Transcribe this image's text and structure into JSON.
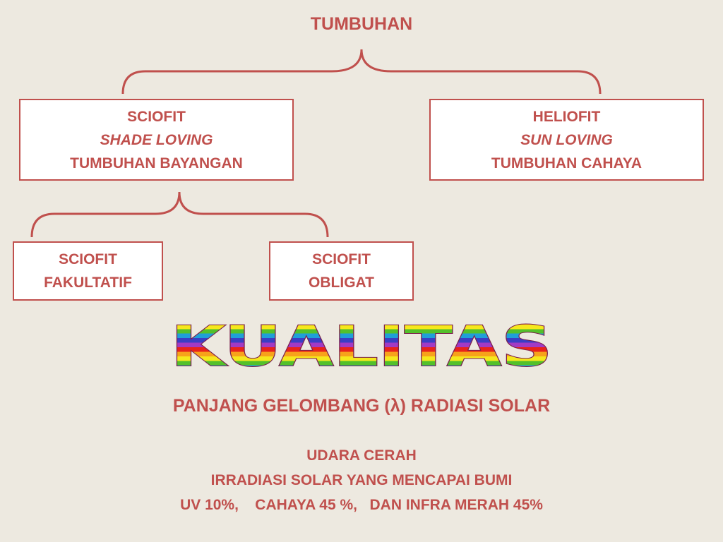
{
  "colors": {
    "text": "#c0504d",
    "background": "#ede9e0",
    "box_fill": "#ffffff",
    "rainbow": [
      "#e8231b",
      "#f7a21b",
      "#f5e81c",
      "#53c02b",
      "#1f9fd8",
      "#3a3ec4",
      "#a23ac4"
    ]
  },
  "root": {
    "title": "TUMBUHAN"
  },
  "sciofit": {
    "line1": "SCIOFIT",
    "line2": "SHADE LOVING",
    "line3": "TUMBUHAN BAYANGAN"
  },
  "heliofit": {
    "line1": "HELIOFIT",
    "line2": "SUN LOVING",
    "line3": "TUMBUHAN CAHAYA"
  },
  "sciofit_fakultatif": {
    "line1": "SCIOFIT",
    "line2": "FAKULTATIF"
  },
  "sciofit_obligat": {
    "line1": "SCIOFIT",
    "line2": "OBLIGAT"
  },
  "heading": "KUALITAS",
  "subtitle": "PANJANG GELOMBANG (λ) RADIASI SOLAR",
  "info": {
    "line1": "UDARA CERAH",
    "line2": "IRRADIASI SOLAR YANG MENCAPAI BUMI",
    "line3": "UV 10%,    CAHAYA 45 %,   DAN INFRA MERAH 45%"
  }
}
